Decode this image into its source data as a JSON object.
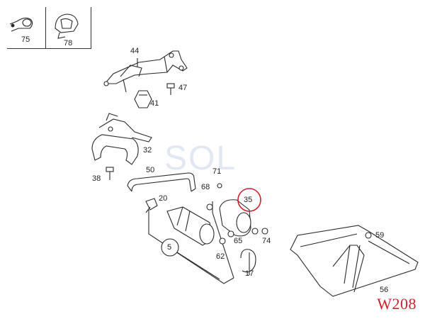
{
  "watermark": {
    "text": "SOL",
    "sub": ""
  },
  "model_code": "W208",
  "inset_parts": [
    {
      "id": "clip-75",
      "number": "75"
    },
    {
      "id": "clip-78",
      "number": "78"
    }
  ],
  "parts": [
    {
      "id": "44",
      "number": "44"
    },
    {
      "id": "47",
      "number": "47"
    },
    {
      "id": "41",
      "number": "41"
    },
    {
      "id": "32",
      "number": "32"
    },
    {
      "id": "38",
      "number": "38"
    },
    {
      "id": "50",
      "number": "50"
    },
    {
      "id": "71",
      "number": "71"
    },
    {
      "id": "68",
      "number": "68"
    },
    {
      "id": "20",
      "number": "20"
    },
    {
      "id": "35",
      "number": "35"
    },
    {
      "id": "5",
      "number": "5"
    },
    {
      "id": "65",
      "number": "65"
    },
    {
      "id": "74",
      "number": "74"
    },
    {
      "id": "62",
      "number": "62"
    },
    {
      "id": "17",
      "number": "17"
    },
    {
      "id": "59",
      "number": "59"
    },
    {
      "id": "56",
      "number": "56"
    }
  ],
  "highlighted_part": "35",
  "highlight_color": "#d0202a",
  "callout_part": "5"
}
